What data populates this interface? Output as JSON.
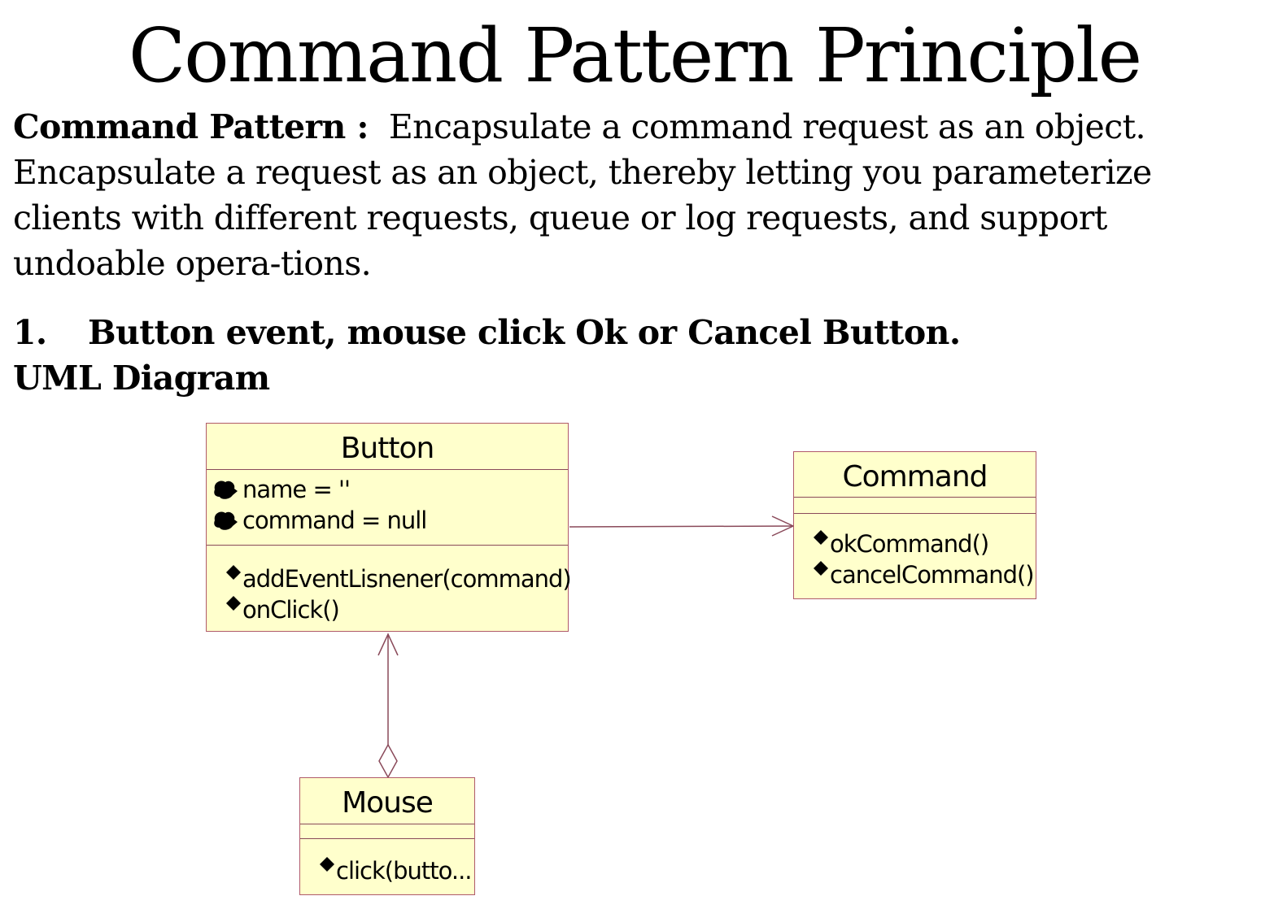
{
  "title": "Command Pattern Principle",
  "intro": {
    "term": "Command Pattern :",
    "short_def": "Encapsulate a command request as an object.",
    "long_def": "Encapsulate a request as an object, thereby letting you parameterize clients with different requests, queue or log requests, and support undoable opera-tions."
  },
  "section": {
    "number": "1.",
    "heading": "Button event, mouse click Ok or Cancel Button."
  },
  "subheading": "UML Diagram",
  "uml": {
    "button": {
      "name": "Button",
      "attributes": [
        "name = ''",
        "command = null"
      ],
      "operations": [
        "addEventLisnener(command)",
        "onClick()"
      ]
    },
    "command": {
      "name": "Command",
      "operations": [
        "okCommand()",
        "cancelCommand()"
      ]
    },
    "mouse": {
      "name": "Mouse",
      "operations": [
        "click(butto..."
      ]
    },
    "colors": {
      "class_fill": "#ffffcc",
      "class_border": "#b05a6a",
      "connector": "#8a4a5a"
    }
  }
}
